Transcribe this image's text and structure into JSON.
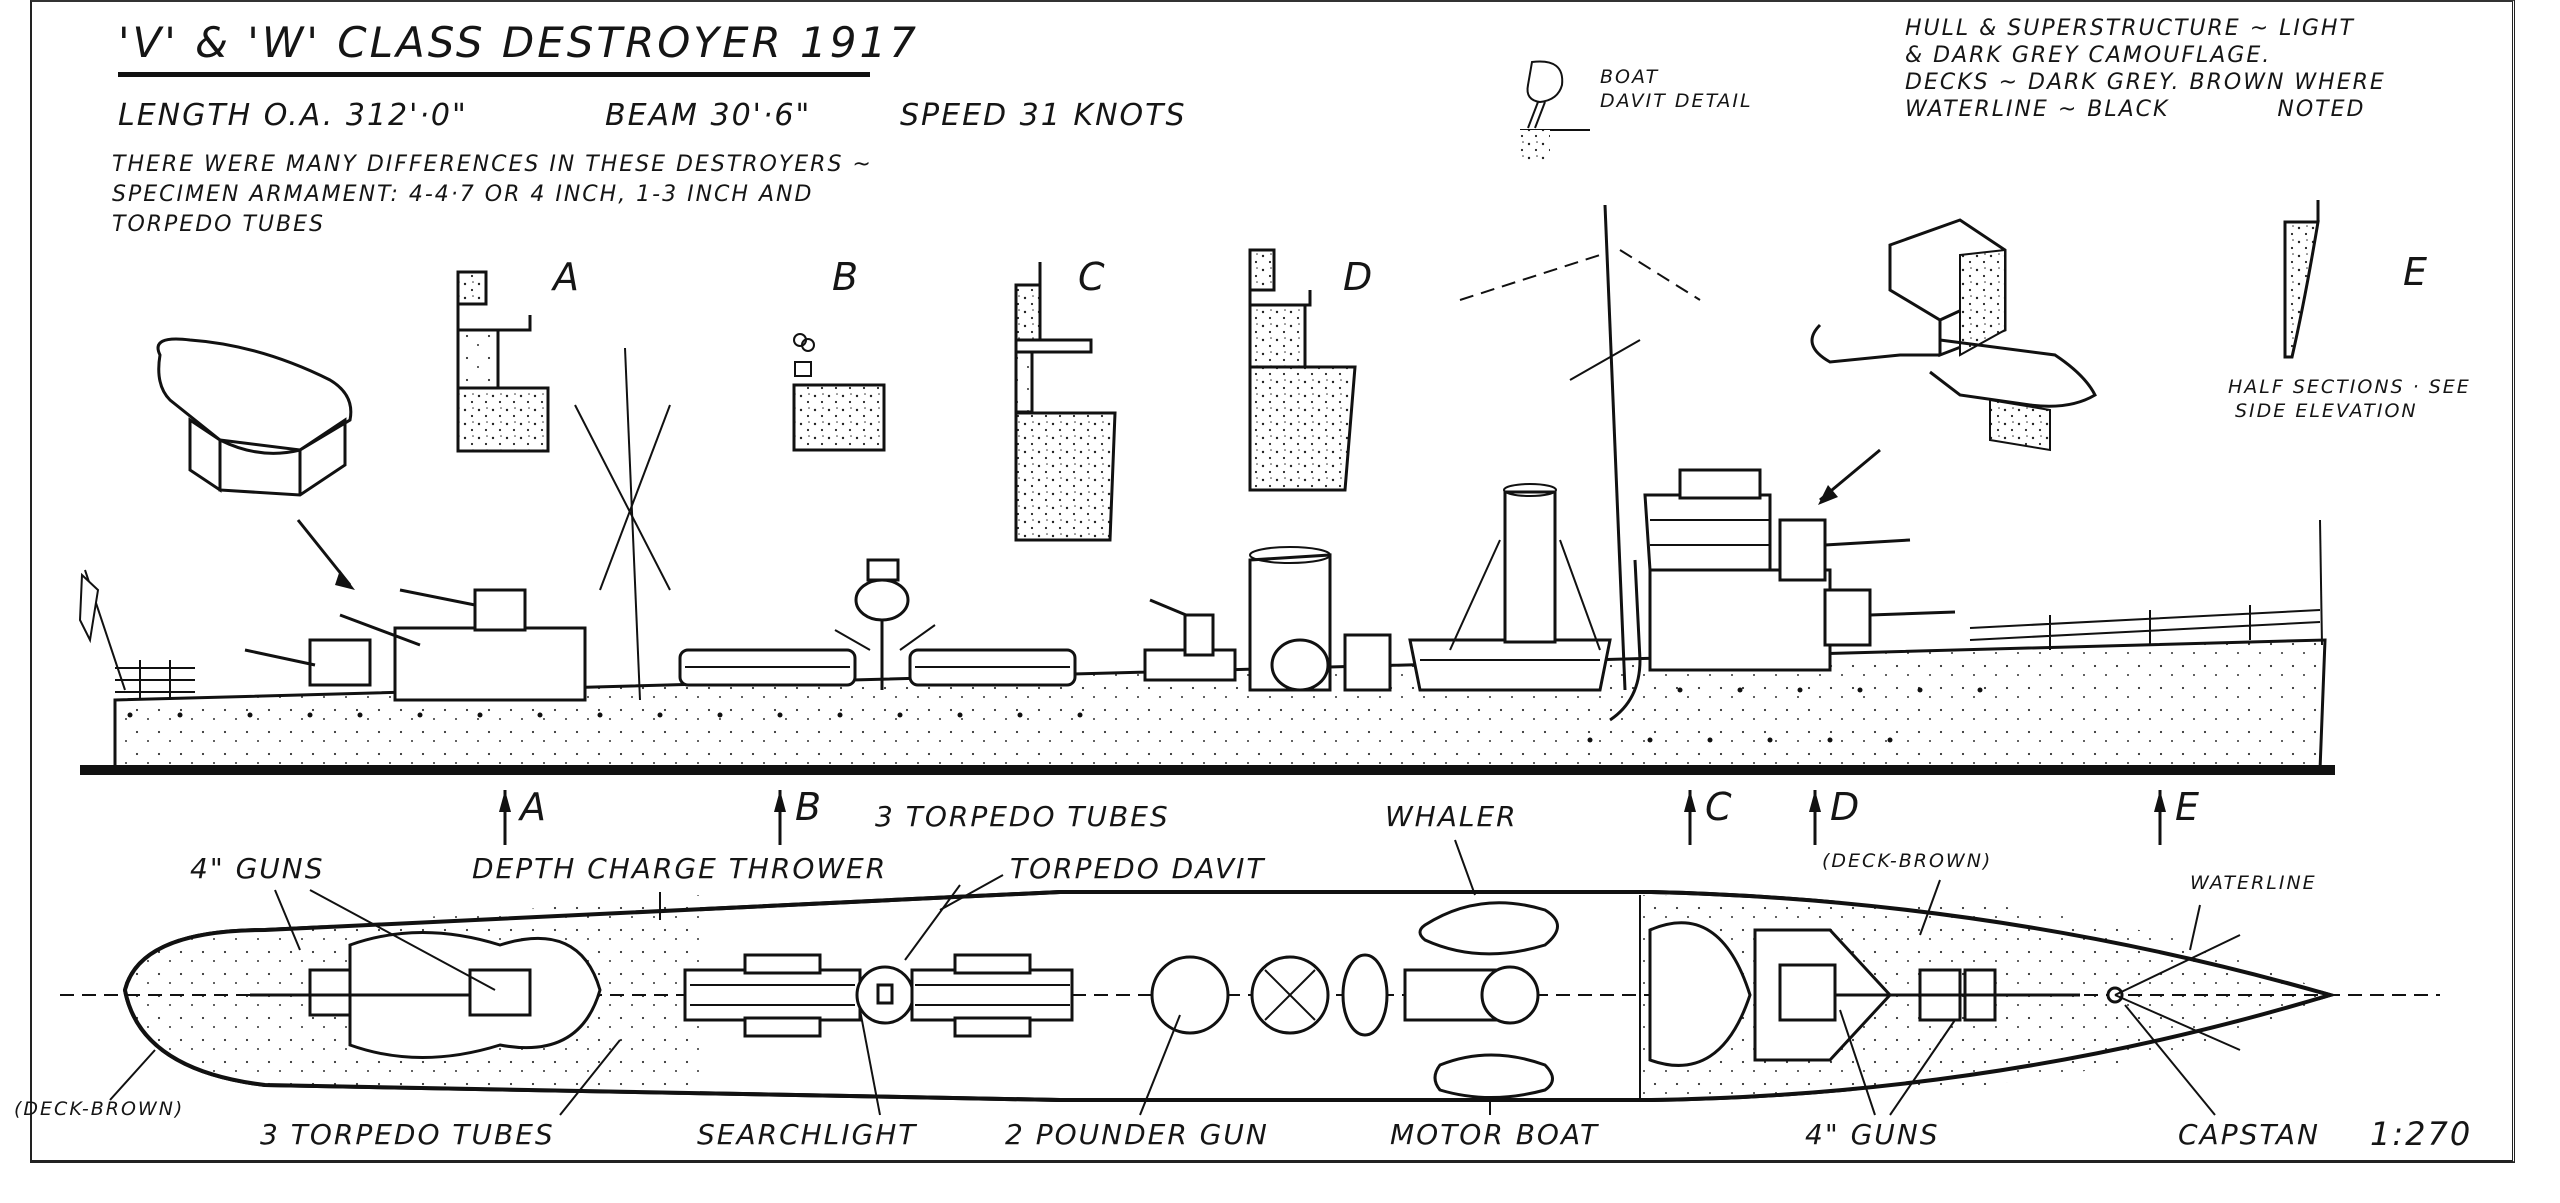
{
  "title": "'V' & 'W' CLASS DESTROYER   1917",
  "specs": {
    "length": "LENGTH O.A. 312'·0\"",
    "beam": "BEAM 30'·6\"",
    "speed": "SPEED 31 KNOTS"
  },
  "notes": [
    "THERE WERE MANY DIFFERENCES IN THESE DESTROYERS ~",
    "SPECIMEN ARMAMENT: 4-4·7 OR 4 INCH, 1-3 INCH AND",
    "TORPEDO TUBES"
  ],
  "davit_detail": [
    "BOAT",
    "DAVIT DETAIL"
  ],
  "colour_notes": [
    "HULL & SUPERSTRUCTURE ~ LIGHT",
    "& DARK GREY CAMOUFLAGE.",
    "DECKS ~ DARK GREY. BROWN WHERE",
    "WATERLINE ~ BLACK            NOTED"
  ],
  "sections": {
    "letters": [
      "A",
      "B",
      "C",
      "D",
      "E"
    ],
    "caption": [
      "HALF SECTIONS · SEE",
      "SIDE ELEVATION"
    ]
  },
  "section_markers": [
    "A",
    "B",
    "C",
    "D",
    "E"
  ],
  "plan_labels": {
    "guns_aft": "4\" GUNS",
    "depth_charge": "DEPTH CHARGE THROWER",
    "torpedo_tubes_top": "3 TORPEDO TUBES",
    "torpedo_davit": "TORPEDO DAVIT",
    "whaler": "WHALER",
    "deck_brown_fwd": "(DECK-BROWN)",
    "waterline": "WATERLINE",
    "deck_brown_aft": "(DECK-BROWN)",
    "torpedo_tubes_bottom": "3 TORPEDO TUBES",
    "searchlight": "SEARCHLIGHT",
    "pounder": "2 POUNDER GUN",
    "motor_boat": "MOTOR BOAT",
    "guns_fwd": "4\" GUNS",
    "capstan": "CAPSTAN"
  },
  "scale": "1:270",
  "colors": {
    "ink": "#111111",
    "paper": "#ffffff"
  }
}
